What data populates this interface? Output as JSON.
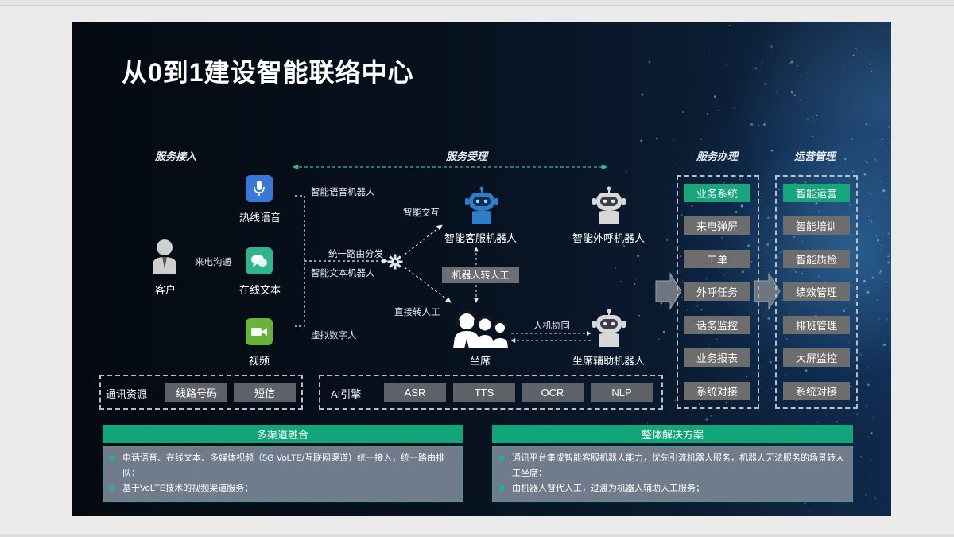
{
  "slide": {
    "title": "从0到1建设智能联络中心",
    "sections": {
      "access": "服务接入",
      "handling": "服务受理",
      "processing": "服务办理",
      "operations": "运营管理"
    },
    "customer": {
      "label": "客户",
      "edge": "来电沟通"
    },
    "channels": [
      {
        "label": "热线语音",
        "robot": "智能语音机器人",
        "icon": "microphone-icon",
        "color": "#3a78d8"
      },
      {
        "label": "在线文本",
        "robot": "智能文本机器人",
        "icon": "chat-bubbles-icon",
        "color": "#2fb58e"
      },
      {
        "label": "视频",
        "robot": "虚拟数字人",
        "icon": "video-camera-icon",
        "color": "#68b43a"
      }
    ],
    "router": {
      "label": "统一路由分发",
      "icon": "gear-icon"
    },
    "flow": {
      "smart_interact": "智能交互",
      "direct_transfer": "直接转人工",
      "robot_to_human": "机器人转人工",
      "human_machine": "人机协同"
    },
    "robots": {
      "service": "智能客服机器人",
      "outbound": "智能外呼机器人",
      "agent": "坐席",
      "assist": "坐席辅助机器人"
    },
    "processing_items": [
      "业务系统",
      "来电弹屏",
      "工单",
      "外呼任务",
      "话务监控",
      "业务报表",
      "系统对接"
    ],
    "operations_items": [
      "智能运营",
      "智能培训",
      "智能质检",
      "绩效管理",
      "排班管理",
      "大屏监控",
      "系统对接"
    ],
    "comm_resources": {
      "label": "通讯资源",
      "items": [
        "线路号码",
        "短信"
      ]
    },
    "ai_engine": {
      "label": "AI引擎",
      "items": [
        "ASR",
        "TTS",
        "OCR",
        "NLP"
      ]
    },
    "panels": [
      {
        "title": "多渠道融合",
        "items": [
          "电话语音、在线文本、多媒体视频（5G VoLTE/互联网渠道）统一接入，统一路由排队；",
          "基于VoLTE技术的视频渠道服务；"
        ]
      },
      {
        "title": "整体解决方案",
        "items": [
          "通讯平台集成智能客服机器人能力，优先引流机器人服务，机器人无法服务的场景转人工坐席；",
          "由机器人替代人工，过渡为机器人辅助人工服务；"
        ]
      }
    ],
    "colors": {
      "accent_green": "#17a57c",
      "box_grey": "#6d6d6d",
      "robot_blue": "#2f7dc6",
      "robot_grey": "#d8d8d8"
    }
  }
}
